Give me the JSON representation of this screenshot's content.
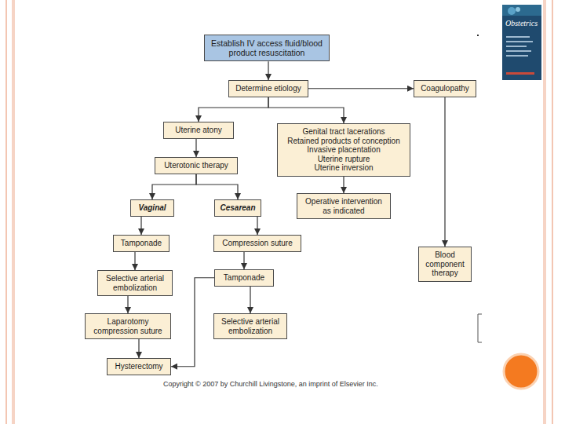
{
  "diagram": {
    "nodes": [
      {
        "text": [
          "Establish IV access fluid/blood product resuscitation"
        ]
      },
      {
        "text": [
          "Determine etiology"
        ]
      },
      {
        "text": [
          "Coagulopathy"
        ]
      },
      {
        "text": [
          "Uterine atony"
        ]
      },
      {
        "text": [
          "Genital tract lacerations",
          "Retained products of conception",
          "Invasive placentation",
          "Uterine rupture",
          "Uterine inversion"
        ]
      },
      {
        "text": [
          "Uterotonic therapy"
        ]
      },
      {
        "text": [
          "Operative intervention as indicated"
        ]
      },
      {
        "text": [
          "Vaginal"
        ]
      },
      {
        "text": [
          "Cesarean"
        ]
      },
      {
        "text": [
          "Tamponade"
        ]
      },
      {
        "text": [
          "Compression suture"
        ]
      },
      {
        "text": [
          "Blood component therapy"
        ]
      },
      {
        "text": [
          "Selective arterial embolization"
        ]
      },
      {
        "text": [
          "Tamponade"
        ]
      },
      {
        "text": [
          "Laparotomy compression suture"
        ]
      },
      {
        "text": [
          "Selective arterial embolization"
        ]
      },
      {
        "text": [
          "Hysterectomy"
        ]
      }
    ],
    "edges": [
      {
        "from": 0,
        "to": 1,
        "arrow": "to"
      },
      {
        "from": 1,
        "to": 2,
        "arrow": "to"
      },
      {
        "from": 1,
        "to": 3,
        "arrow": "to"
      },
      {
        "from": 1,
        "to": 4,
        "arrow": "to"
      },
      {
        "from": 2,
        "to": 11,
        "arrow": "to"
      },
      {
        "from": 3,
        "to": 5,
        "arrow": "to"
      },
      {
        "from": 4,
        "to": 6,
        "arrow": "to"
      },
      {
        "from": 5,
        "to": 7,
        "arrow": "to"
      },
      {
        "from": 5,
        "to": 8,
        "arrow": "to"
      },
      {
        "from": 7,
        "to": 9,
        "arrow": "to"
      },
      {
        "from": 9,
        "to": 12,
        "arrow": "to"
      },
      {
        "from": 12,
        "to": 14,
        "arrow": "to"
      },
      {
        "from": 14,
        "to": 16,
        "arrow": "to"
      },
      {
        "from": 8,
        "to": 10,
        "arrow": "to"
      },
      {
        "from": 10,
        "to": 13,
        "arrow": "to"
      },
      {
        "from": 13,
        "to": 15,
        "arrow": "to"
      },
      {
        "from": 13,
        "to": 16,
        "arrow": "to"
      }
    ],
    "labels": [
      "Copyright © 2007 by Churchill Livingstone, an imprint of Elsevier Inc.",
      "Obstetrics"
    ]
  }
}
